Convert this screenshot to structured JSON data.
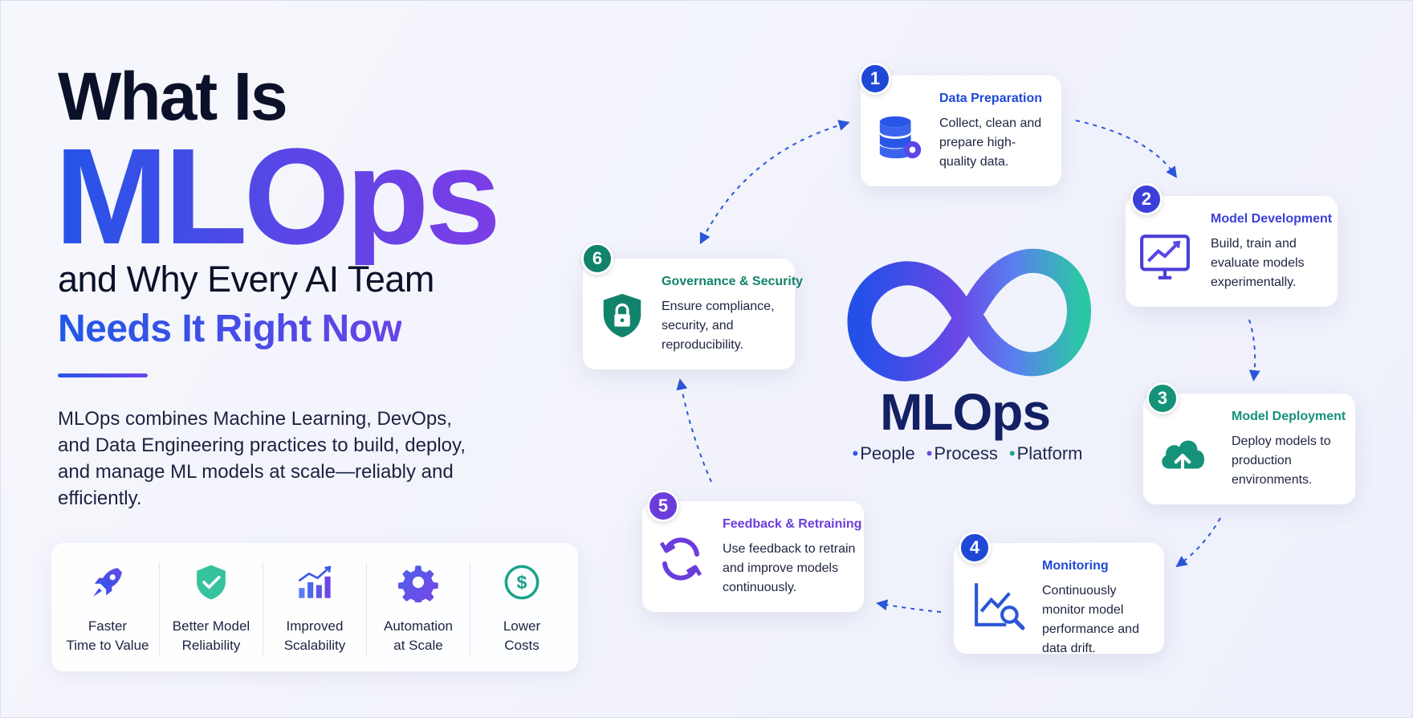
{
  "heading": {
    "line1": "What Is",
    "line2": "MLOps",
    "line3": "and Why Every AI Team",
    "line4": "Needs It Right Now"
  },
  "description": "MLOps combines Machine Learning, DevOps, and Data Engineering practices to build, deploy, and manage ML models at scale—reliably and efficiently.",
  "benefits": [
    {
      "label": "Faster\nTime to Value",
      "icon": "rocket-icon"
    },
    {
      "label": "Better Model\nReliability",
      "icon": "shield-check-icon"
    },
    {
      "label": "Improved\nScalability",
      "icon": "bar-chart-icon"
    },
    {
      "label": "Automation\nat Scale",
      "icon": "gear-icon"
    },
    {
      "label": "Lower\nCosts",
      "icon": "dollar-icon"
    }
  ],
  "center": {
    "title": "MLOps",
    "pillars": [
      "People",
      "Process",
      "Platform"
    ]
  },
  "steps": [
    {
      "number": "1",
      "title": "Data Preparation",
      "text": "Collect, clean and prepare high-quality data.",
      "color": "#1f48d6",
      "icon": "database-gear-icon"
    },
    {
      "number": "2",
      "title": "Model Development",
      "text": "Build, train and evaluate models experimentally.",
      "color": "#3c3fd8",
      "icon": "monitor-chart-icon"
    },
    {
      "number": "3",
      "title": "Model Deployment",
      "text": "Deploy models to production environments.",
      "color": "#14927a",
      "icon": "cloud-upload-icon"
    },
    {
      "number": "4",
      "title": "Monitoring",
      "text": "Continuously monitor model performance and data drift.",
      "color": "#1f48d6",
      "icon": "chart-magnifier-icon"
    },
    {
      "number": "5",
      "title": "Feedback & Retraining",
      "text": "Use feedback to retrain and improve models continuously.",
      "color": "#6a3ddb",
      "icon": "refresh-icon"
    },
    {
      "number": "6",
      "title": "Governance & Security",
      "text": "Ensure compliance, security, and reproducibility.",
      "color": "#12836b",
      "icon": "shield-lock-icon"
    }
  ],
  "colors": {
    "blue": "#2454e8",
    "purple": "#6a47e8",
    "teal": "#1aa38a",
    "navy": "#142064"
  }
}
